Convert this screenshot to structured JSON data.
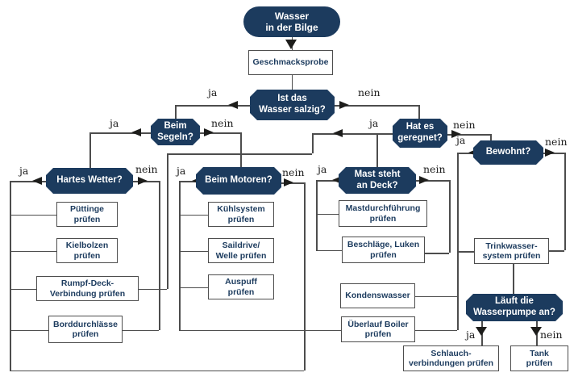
{
  "diagram": {
    "edge_labels": {
      "yes": "ja",
      "no": "nein"
    },
    "colors": {
      "node_fill_navy": "#1c3b5e",
      "node_text_white": "#ffffff",
      "process_text_navy": "#1c3b5e",
      "line_gray": "#4d4d4d",
      "arrow_black": "#1d1d1b",
      "background": "#ffffff"
    },
    "nodes": [
      {
        "id": "start-bilge",
        "type": "start",
        "lines": [
          "Wasser",
          "in der Bilge"
        ]
      },
      {
        "id": "geschmacksprobe",
        "type": "process",
        "lines": [
          "Geschmacksprobe"
        ]
      },
      {
        "id": "ist-das-wasser-salzig",
        "type": "decision",
        "lines": [
          "Ist das",
          "Wasser salzig?"
        ]
      },
      {
        "id": "beim-segeln",
        "type": "decision",
        "lines": [
          "Beim",
          "Segeln?"
        ]
      },
      {
        "id": "hat-es-geregnet",
        "type": "decision",
        "lines": [
          "Hat es",
          "geregnet?"
        ]
      },
      {
        "id": "hartes-wetter",
        "type": "decision",
        "lines": [
          "Hartes Wetter?"
        ]
      },
      {
        "id": "beim-motoren",
        "type": "decision",
        "lines": [
          "Beim Motoren?"
        ]
      },
      {
        "id": "mast-steht-an-deck",
        "type": "decision",
        "lines": [
          "Mast steht",
          "an Deck?"
        ]
      },
      {
        "id": "bewohnt",
        "type": "decision",
        "lines": [
          "Bewohnt?"
        ]
      },
      {
        "id": "wasserpumpe",
        "type": "decision",
        "lines": [
          "Läuft die",
          "Wasserpumpe an?"
        ]
      },
      {
        "id": "puettinge",
        "type": "process",
        "lines": [
          "Püttinge",
          "prüfen"
        ]
      },
      {
        "id": "kielbolzen",
        "type": "process",
        "lines": [
          "Kielbolzen",
          "prüfen"
        ]
      },
      {
        "id": "rumpf-deck-verbindung",
        "type": "process",
        "lines": [
          "Rumpf-Deck-",
          "Verbindung prüfen"
        ]
      },
      {
        "id": "borddurchlaesse",
        "type": "process",
        "lines": [
          "Borddurchlässe",
          "prüfen"
        ]
      },
      {
        "id": "kuehlsystem",
        "type": "process",
        "lines": [
          "Kühlsystem",
          "prüfen"
        ]
      },
      {
        "id": "saildrive-welle",
        "type": "process",
        "lines": [
          "Saildrive/",
          "Welle prüfen"
        ]
      },
      {
        "id": "auspuff",
        "type": "process",
        "lines": [
          "Auspuff",
          "prüfen"
        ]
      },
      {
        "id": "mastdurchfuehrung",
        "type": "process",
        "lines": [
          "Mastdurchführung",
          "prüfen"
        ]
      },
      {
        "id": "beschlaege-luken",
        "type": "process",
        "lines": [
          "Beschläge, Luken",
          "prüfen"
        ]
      },
      {
        "id": "kondenswasser",
        "type": "process",
        "lines": [
          "Kondenswasser"
        ]
      },
      {
        "id": "ueberlauf-boiler",
        "type": "process",
        "lines": [
          "Überlauf Boiler",
          "prüfen"
        ]
      },
      {
        "id": "trinkwassersystem",
        "type": "process",
        "lines": [
          "Trinkwasser-",
          "system prüfen"
        ]
      },
      {
        "id": "schlauchverbindungen",
        "type": "process",
        "lines": [
          "Schlauch-",
          "verbindungen prüfen"
        ]
      },
      {
        "id": "tank",
        "type": "process",
        "lines": [
          "Tank",
          "prüfen"
        ]
      }
    ],
    "edges": [
      {
        "from": "start-bilge",
        "to": [
          "geschmacksprobe"
        ],
        "label": ""
      },
      {
        "from": "geschmacksprobe",
        "to": [
          "ist-das-wasser-salzig"
        ],
        "label": ""
      },
      {
        "from": "ist-das-wasser-salzig",
        "to": [
          "beim-segeln"
        ],
        "label": "ja"
      },
      {
        "from": "ist-das-wasser-salzig",
        "to": [
          "hat-es-geregnet"
        ],
        "label": "nein"
      },
      {
        "from": "beim-segeln",
        "to": [
          "hartes-wetter"
        ],
        "label": "ja"
      },
      {
        "from": "beim-segeln",
        "to": [
          "beim-motoren"
        ],
        "label": "nein"
      },
      {
        "from": "hartes-wetter",
        "to": [
          "puettinge",
          "kielbolzen",
          "rumpf-deck-verbindung",
          "borddurchlaesse"
        ],
        "label": "ja"
      },
      {
        "from": "hartes-wetter",
        "to": [
          "borddurchlaesse"
        ],
        "label": "nein"
      },
      {
        "from": "beim-motoren",
        "to": [
          "kuehlsystem",
          "saildrive-welle",
          "auspuff",
          "ueberlauf-boiler"
        ],
        "label": "ja"
      },
      {
        "from": "beim-motoren",
        "to": [
          "puettinge",
          "kielbolzen",
          "rumpf-deck-verbindung",
          "borddurchlaesse"
        ],
        "label": "nein"
      },
      {
        "from": "hat-es-geregnet",
        "to": [
          "mast-steht-an-deck",
          "rumpf-deck-verbindung"
        ],
        "label": "ja"
      },
      {
        "from": "hat-es-geregnet",
        "to": [
          "bewohnt"
        ],
        "label": "nein"
      },
      {
        "from": "mast-steht-an-deck",
        "to": [
          "mastdurchfuehrung",
          "beschlaege-luken"
        ],
        "label": "ja"
      },
      {
        "from": "mast-steht-an-deck",
        "to": [
          "beschlaege-luken"
        ],
        "label": "nein"
      },
      {
        "from": "bewohnt",
        "to": [
          "trinkwassersystem",
          "kondenswasser",
          "ueberlauf-boiler"
        ],
        "label": "ja"
      },
      {
        "from": "bewohnt",
        "to": [
          "trinkwassersystem"
        ],
        "label": "nein"
      },
      {
        "from": "trinkwassersystem",
        "to": [
          "wasserpumpe"
        ],
        "label": ""
      },
      {
        "from": "wasserpumpe",
        "to": [
          "schlauchverbindungen"
        ],
        "label": "ja"
      },
      {
        "from": "wasserpumpe",
        "to": [
          "tank"
        ],
        "label": "nein"
      }
    ]
  }
}
